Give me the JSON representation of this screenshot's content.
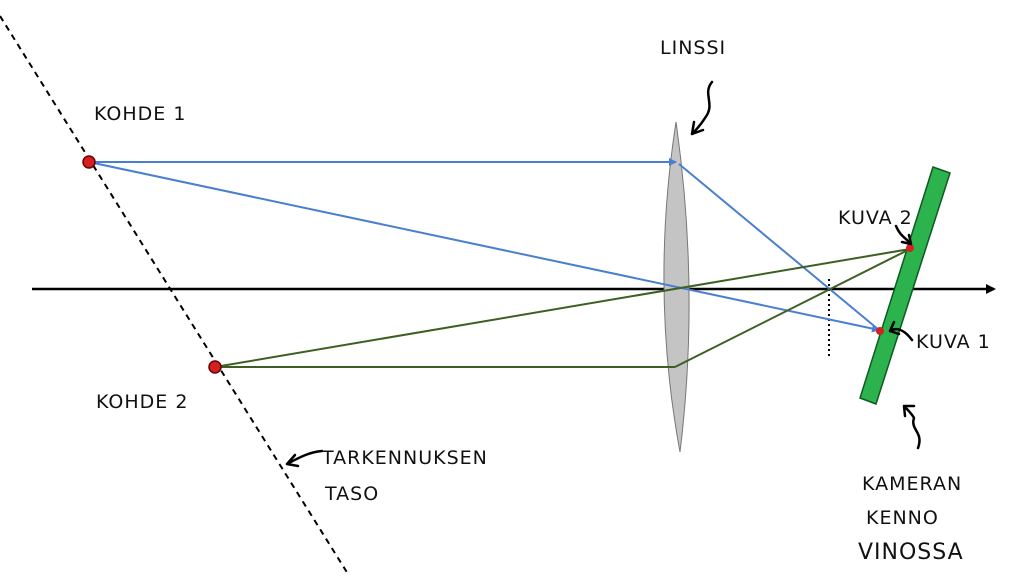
{
  "labels": {
    "lens": "LINSSI",
    "object1": "KOHDE 1",
    "object2": "KOHDE 2",
    "image1": "KUVA 1",
    "image2": "KUVA 2",
    "focus_plane_line1": "TARKENNUKSEN",
    "focus_plane_line2": "TASO",
    "sensor_line1": "KAMERAN",
    "sensor_line2": "KENNO",
    "sensor_line3": "VINOSSA"
  },
  "colors": {
    "ray_object1": "#4a7fcf",
    "ray_object2": "#3d5f22",
    "lens_fill": "#c4c4c4",
    "sensor_fill": "#2db34d",
    "point": "#d42020",
    "axis": "#000000"
  }
}
